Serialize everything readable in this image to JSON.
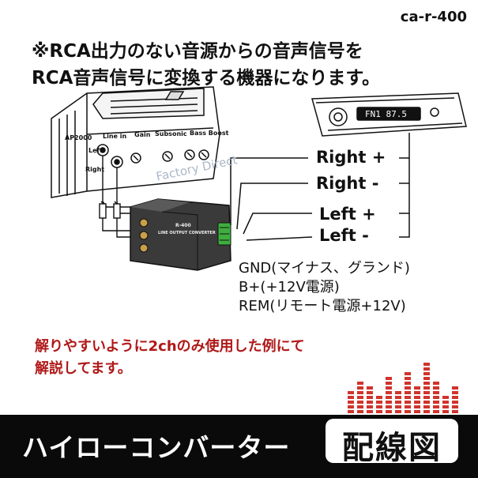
{
  "header": {
    "product_code": "ca-r-400"
  },
  "headline": {
    "line1": "※RCA出力のない音源からの音声信号を",
    "line2": "RCA音声信号に変換する機器になります。"
  },
  "amplifier": {
    "model": "AP2000",
    "labels": {
      "line_in": "Line in",
      "gain": "Gain",
      "subsonic": "Subsonic",
      "bass_boost": "Bass Boost",
      "left": "Left",
      "right": "Right"
    }
  },
  "converter": {
    "model": "R-400",
    "title": "LINE OUTPUT CONVERTER"
  },
  "stereo": {
    "display": "FN1 87.5"
  },
  "speaker_wires": {
    "right_plus": "Right +",
    "right_minus": "Right -",
    "left_plus": "Left +",
    "left_minus": "Left -"
  },
  "power_legend": {
    "gnd": "GND(マイナス、グランド)",
    "bplus": "B+(+12V電源)",
    "rem": "REM(リモート電源+12V)"
  },
  "watermark": "Factory Direct",
  "note": {
    "line1": "解りやすいように2chのみ使用した例にて",
    "line2": "解説してます。"
  },
  "banner": {
    "title": "ハイローコンバーター",
    "badge": "配線図"
  },
  "colors": {
    "note_red": "#b01818",
    "banner_bg": "#0a0a0a",
    "eq_red": "#d0342c"
  }
}
